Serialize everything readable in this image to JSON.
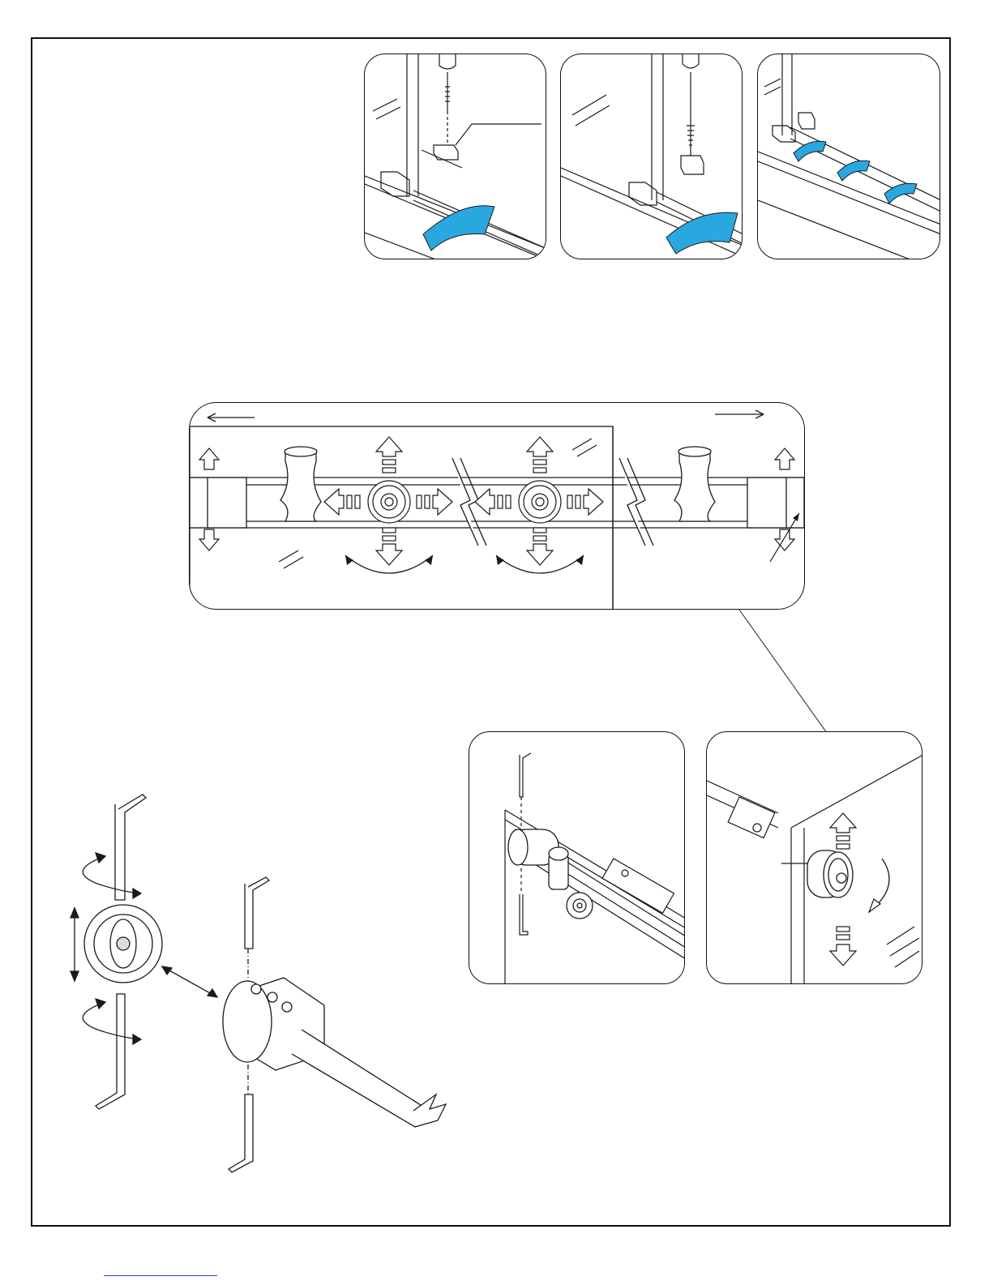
{
  "document": {
    "type": "installation-instruction-sheet",
    "accent_color": "#29a8e0",
    "line_color": "#1a1a1a",
    "frame_color": "#111111",
    "footer_link_color": "#2a3fcf"
  },
  "figures": {
    "step_panels": [
      {
        "name": "panel-drill-template",
        "icons": [
          "drill-bit-icon",
          "clip-bracket-icon",
          "tape-strip-icon"
        ]
      },
      {
        "name": "panel-screw-clip",
        "icons": [
          "screwdriver-icon",
          "screw-icon",
          "tape-strip-icon"
        ]
      },
      {
        "name": "panel-tape-rail",
        "icons": [
          "tape-strip-icon",
          "tape-strip-icon",
          "tape-strip-icon"
        ]
      }
    ],
    "track_overview": {
      "icons": [
        "arrow-left-icon",
        "arrow-right-icon",
        "roller-icon",
        "adjust-arrows-icon",
        "rotate-arrow-icon"
      ]
    },
    "detail_panels": [
      {
        "name": "panel-hex-key-adjust",
        "icons": [
          "hex-key-icon",
          "roller-bracket-icon"
        ]
      },
      {
        "name": "panel-end-cap-rotate",
        "icons": [
          "up-arrow-icon",
          "down-arrow-icon",
          "rotate-arrow-icon"
        ]
      }
    ],
    "exploded_view": {
      "icons": [
        "hex-key-icon",
        "end-cap-icon",
        "rotate-arrow-icon",
        "double-arrow-icon"
      ]
    }
  }
}
